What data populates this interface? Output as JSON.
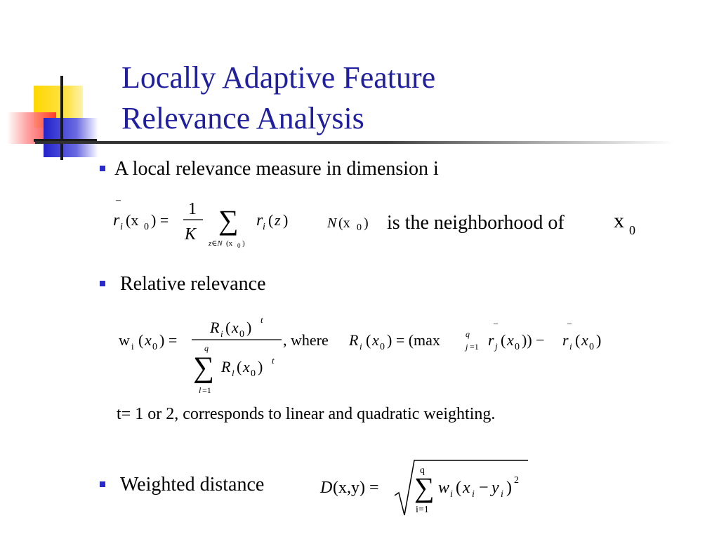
{
  "slide": {
    "title_line1": "Locally Adaptive Feature",
    "title_line2": "Relevance Analysis"
  },
  "bullets": [
    {
      "text": "A local relevance measure in dimension i"
    },
    {
      "text": "Relative relevance"
    },
    {
      "text": "Weighted distance"
    }
  ],
  "notes": {
    "neighborhood": "is the neighborhood of",
    "where": ", where",
    "t_note": "t= 1 or 2, corresponds to linear and quadratic weighting."
  },
  "colors": {
    "title": "#1f1f9f",
    "bullet": "#2a2acc",
    "deco_yellow": "#ffd700",
    "deco_red": "#ff3030",
    "deco_blue": "#2a2acc"
  }
}
